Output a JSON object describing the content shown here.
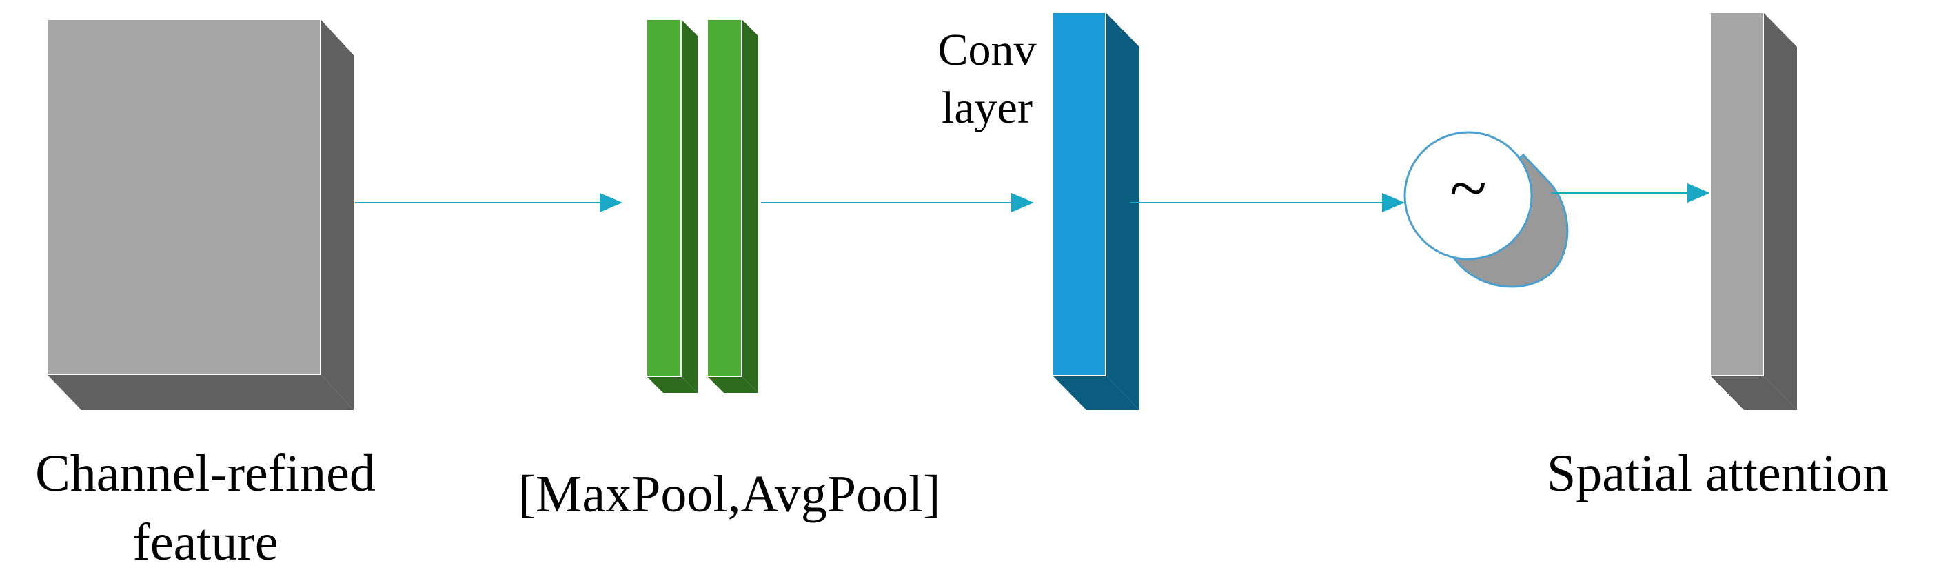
{
  "labels": {
    "input": [
      "Channel-refined",
      "feature"
    ],
    "pool": "[MaxPool,AvgPool]",
    "conv": [
      "Conv",
      "layer"
    ],
    "sigma": "~",
    "output": "Spatial attention"
  },
  "colors": {
    "input_front": "#a6a6a6",
    "input_side": "#606060",
    "pool_front": "#4cad35",
    "pool_side": "#2f6b1f",
    "conv_front": "#1b9cd8",
    "conv_side": "#0b5d80",
    "sigmoid_shadow": "#999999",
    "sigmoid_stroke": "#4a9fcf",
    "arrow": "#19a9c6",
    "output_front": "#a6a6a6",
    "output_side": "#606060"
  }
}
